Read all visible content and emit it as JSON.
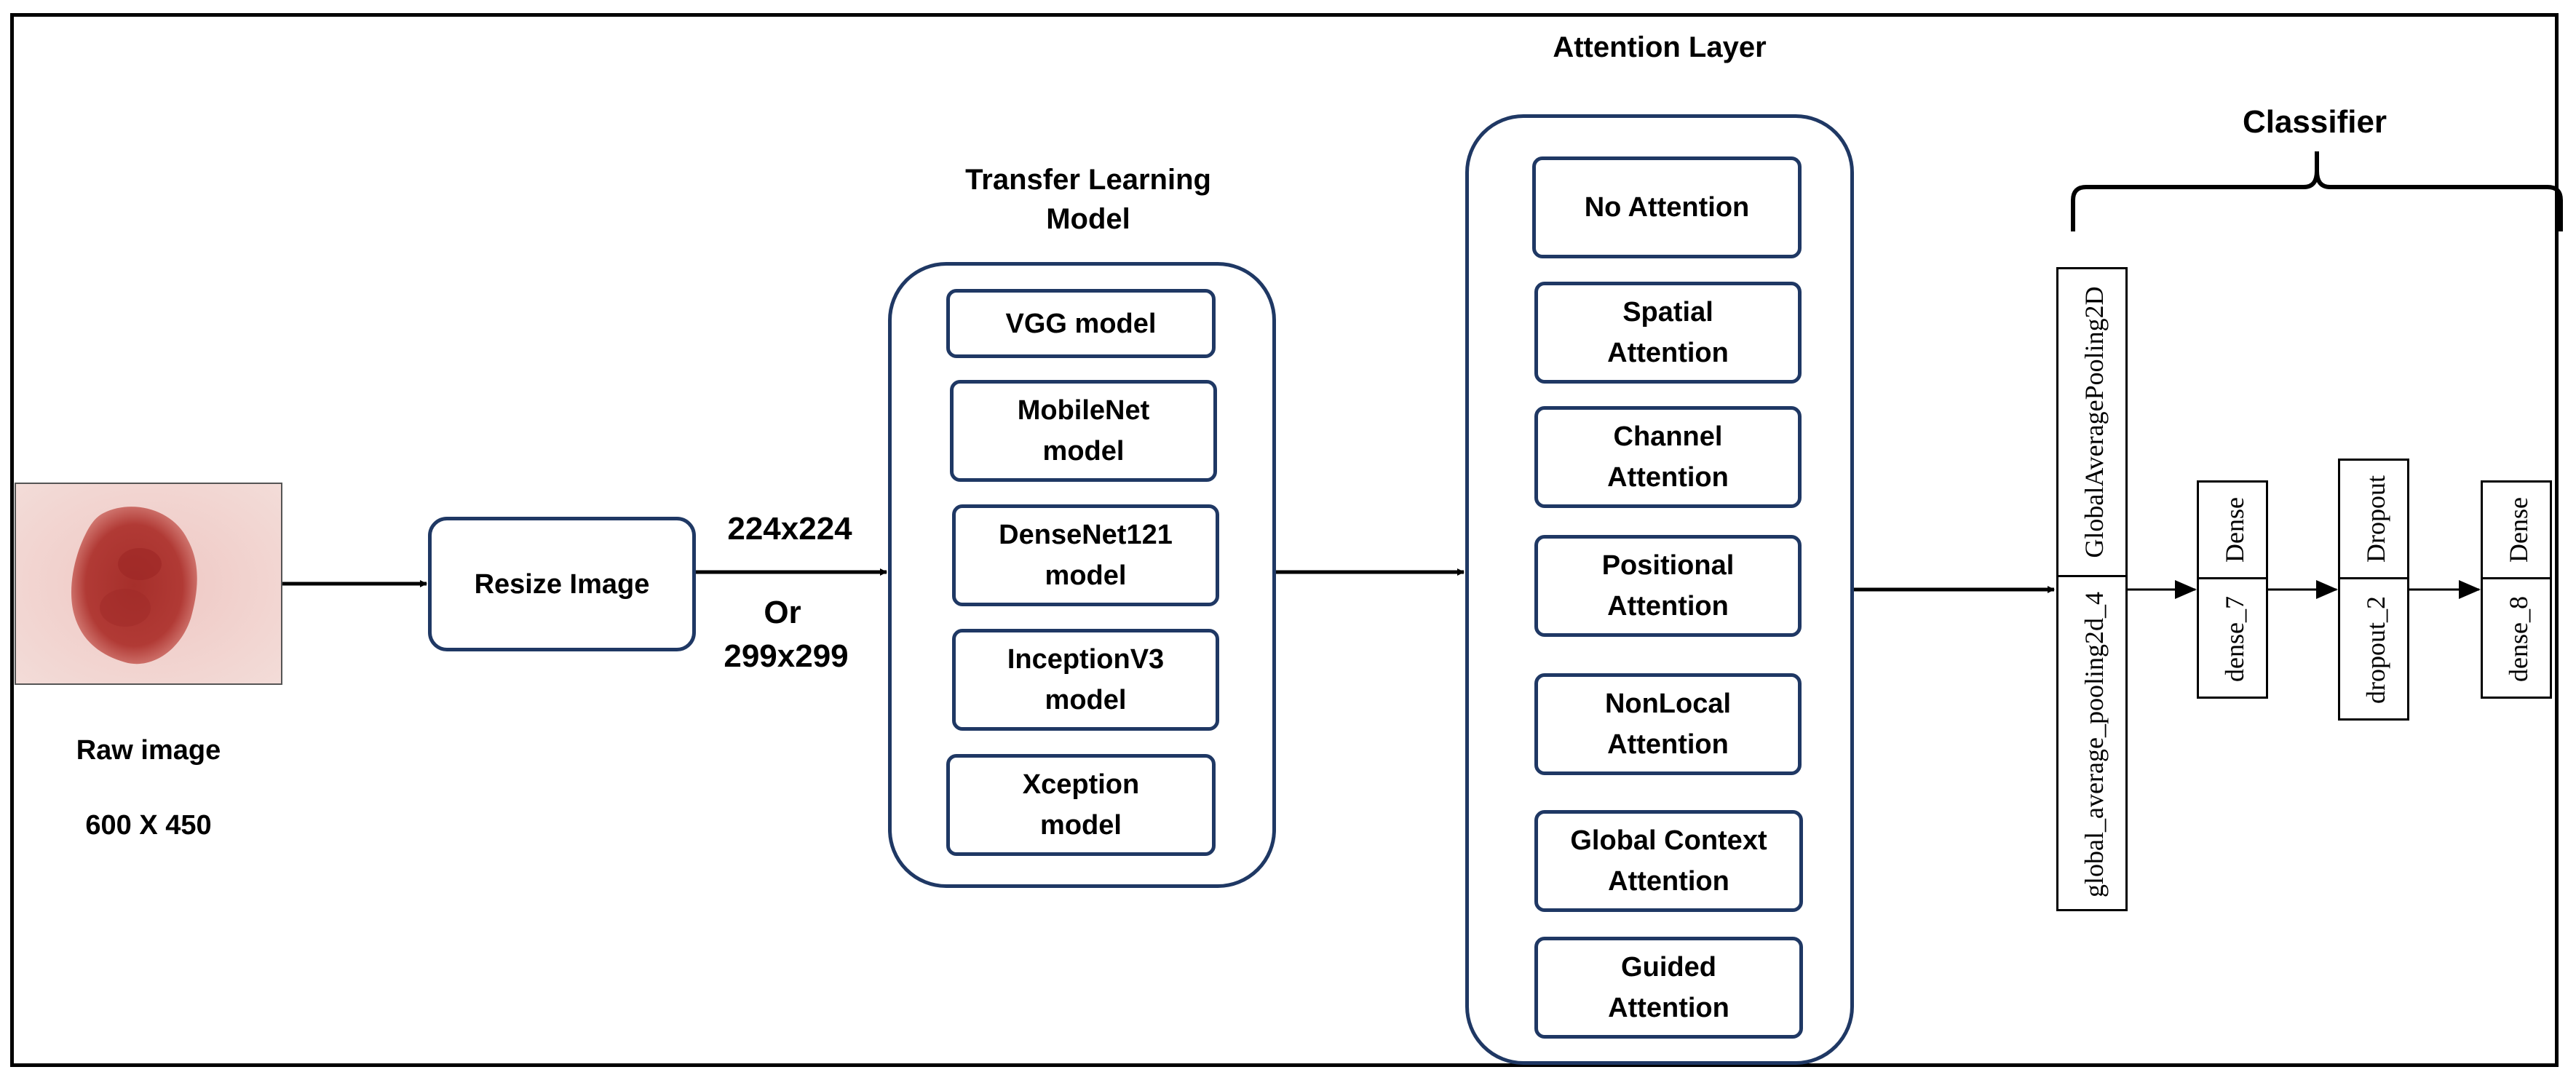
{
  "input": {
    "label_line1": "Raw image",
    "label_line2": "600 X 450",
    "image_subject": "skin-lesion-photo"
  },
  "resize": {
    "label": "Resize Image",
    "size_a": "224x224",
    "size_or": "Or",
    "size_b": "299x299"
  },
  "transfer": {
    "title": "Transfer  Learning\nModel",
    "models": [
      "VGG model",
      "MobileNet\nmodel",
      "DenseNet121\nmodel",
      "InceptionV3\nmodel",
      "Xception\nmodel"
    ]
  },
  "attention": {
    "title": "Attention Layer",
    "options": [
      "No Attention",
      "Spatial\nAttention",
      "Channel\nAttention",
      "Positional\nAttention",
      "NonLocal\nAttention",
      "Global Context\nAttention",
      "Guided\nAttention"
    ]
  },
  "classifier": {
    "title": "Classifier",
    "layers": [
      {
        "type": "GlobalAveragePooling2D",
        "name": "global_average_pooling2d_4"
      },
      {
        "type": "Dense",
        "name": "dense_7"
      },
      {
        "type": "Dropout",
        "name": "dropout_2"
      },
      {
        "type": "Dense",
        "name": "dense_8"
      }
    ]
  },
  "colors": {
    "box_border": "#1f3864",
    "lesion_dark": "#9a2a2a",
    "skin": "#e9b6b2"
  }
}
